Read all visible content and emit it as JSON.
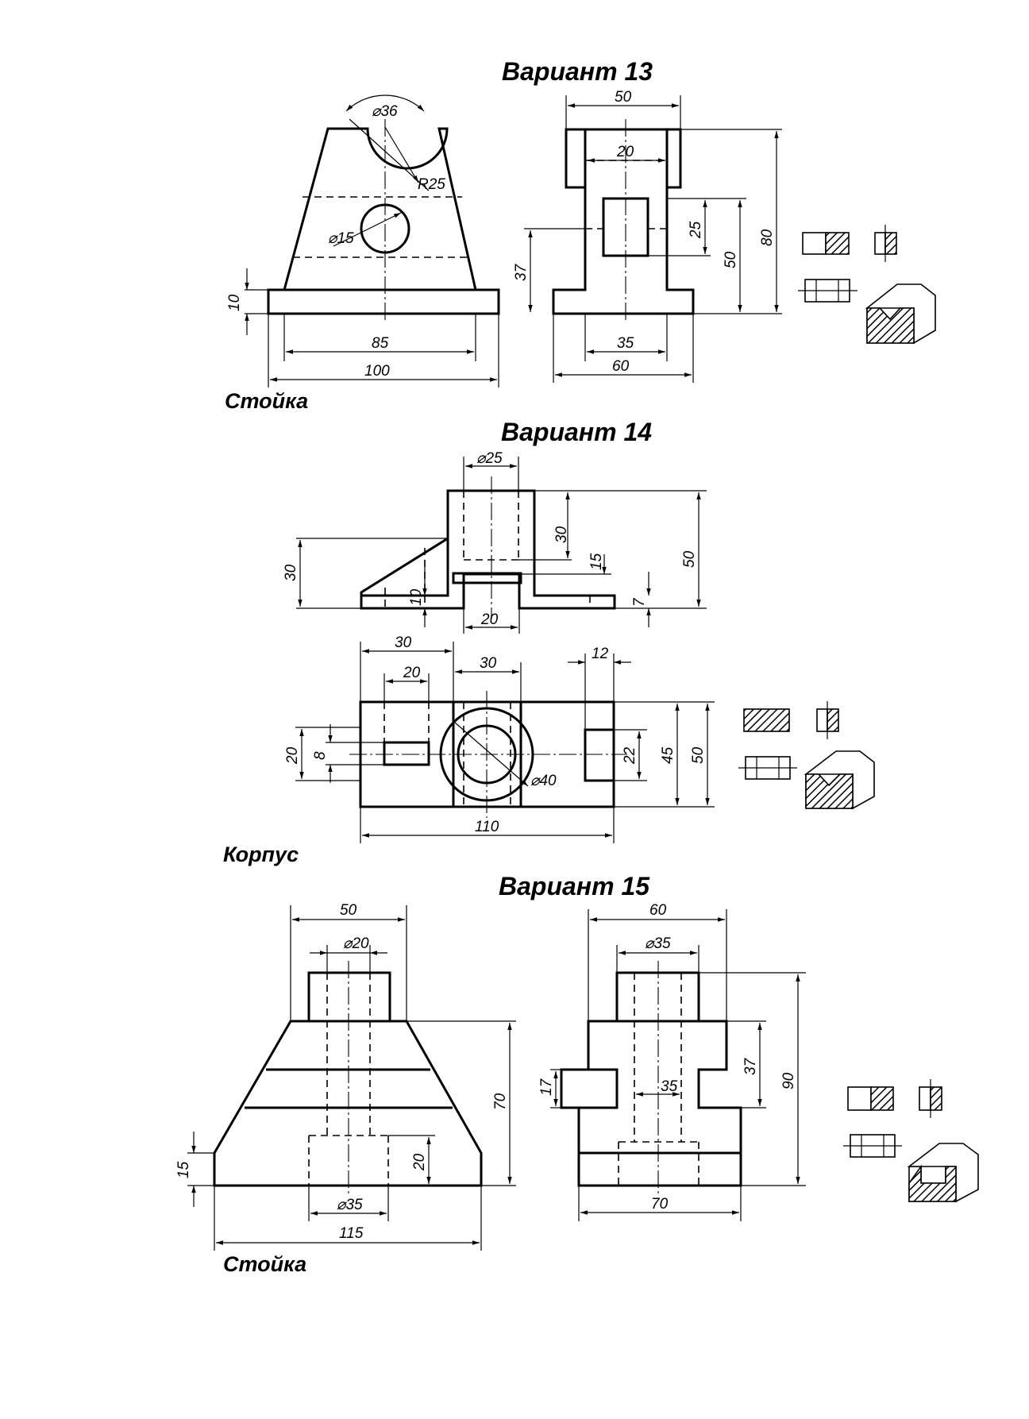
{
  "variants": [
    {
      "title": "Вариант 13",
      "part_name": "Стойка",
      "dimensions": [
        "⌀36",
        "R25",
        "⌀15",
        "10",
        "85",
        "100",
        "50",
        "20",
        "25",
        "37",
        "50",
        "80",
        "35",
        "60"
      ]
    },
    {
      "title": "Вариант 14",
      "part_name": "Корпус",
      "dimensions": [
        "⌀25",
        "30",
        "50",
        "30",
        "15",
        "10",
        "7",
        "20",
        "30",
        "20",
        "30",
        "12",
        "20",
        "8",
        "22",
        "45",
        "50",
        "⌀40",
        "110"
      ]
    },
    {
      "title": "Вариант 15",
      "part_name": "Стойка",
      "dimensions": [
        "50",
        "⌀20",
        "70",
        "15",
        "20",
        "⌀35",
        "115",
        "60",
        "⌀35",
        "37",
        "17",
        "35",
        "90",
        "70"
      ]
    }
  ]
}
